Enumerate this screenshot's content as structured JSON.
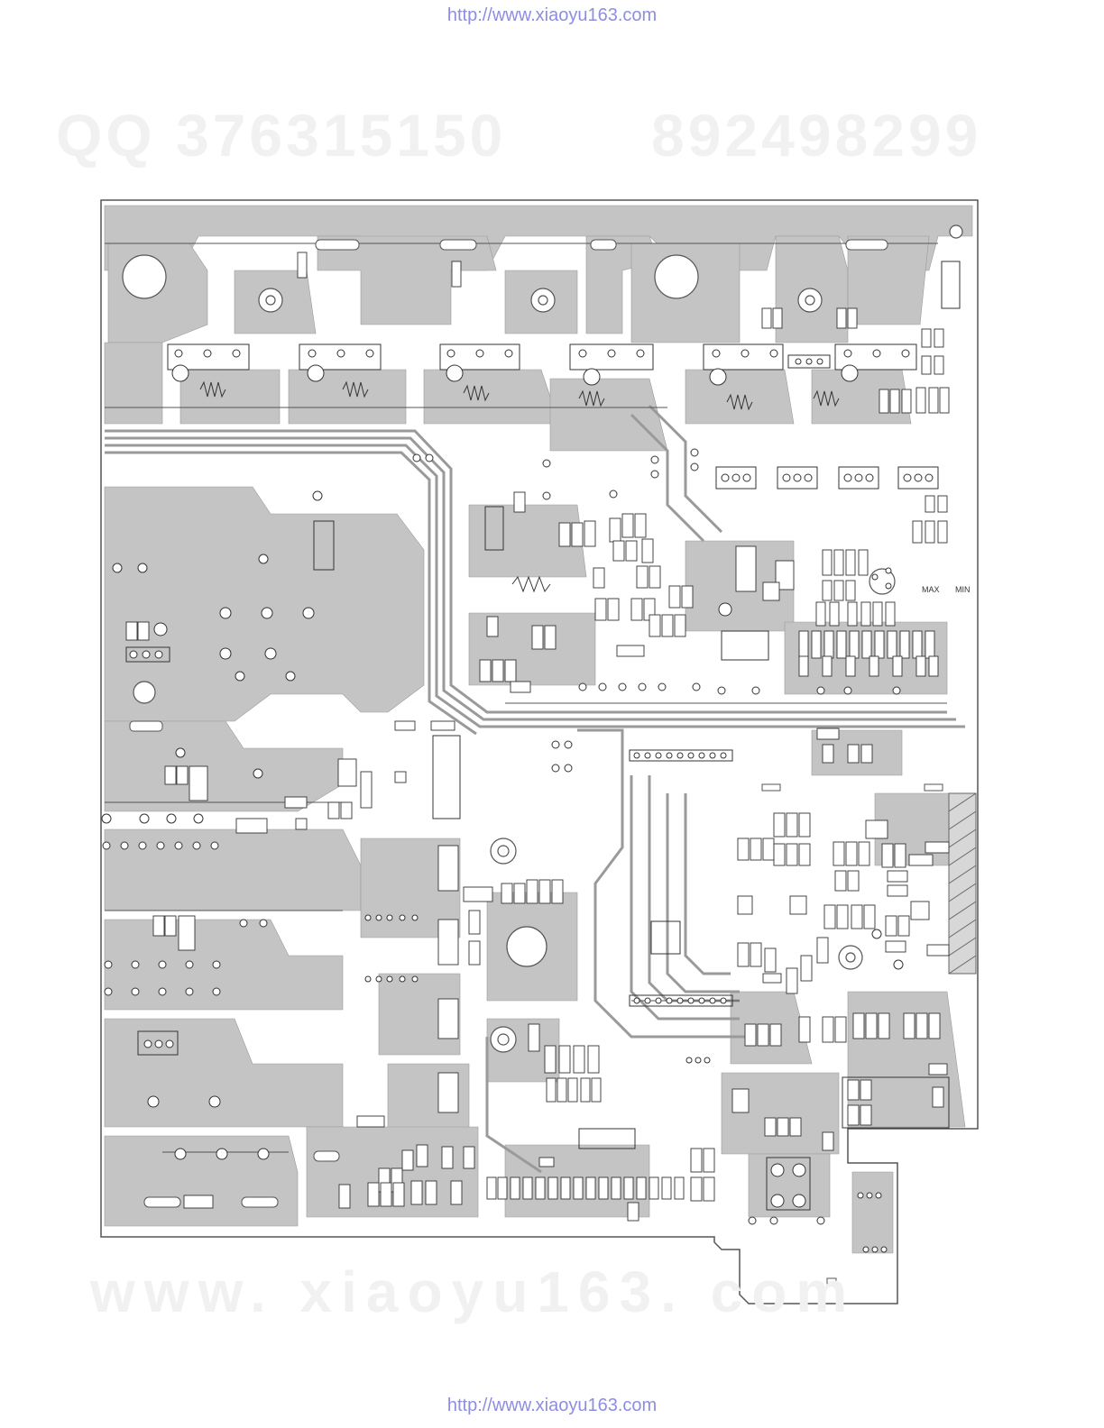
{
  "header": {
    "url": "http://www.xiaoyu163.com"
  },
  "footer": {
    "url": "http://www.xiaoyu163.com"
  },
  "watermarks": {
    "qq_label": "QQ 376315150",
    "phone": "892498299",
    "site": "www. xiaoyu163. com"
  },
  "pcb": {
    "labels": {
      "max": "MAX",
      "min": "MIN"
    },
    "colors": {
      "copper": "#c4c4c4",
      "outline": "#555555",
      "pad": "#ffffff",
      "link": "#8e8ee0"
    }
  }
}
